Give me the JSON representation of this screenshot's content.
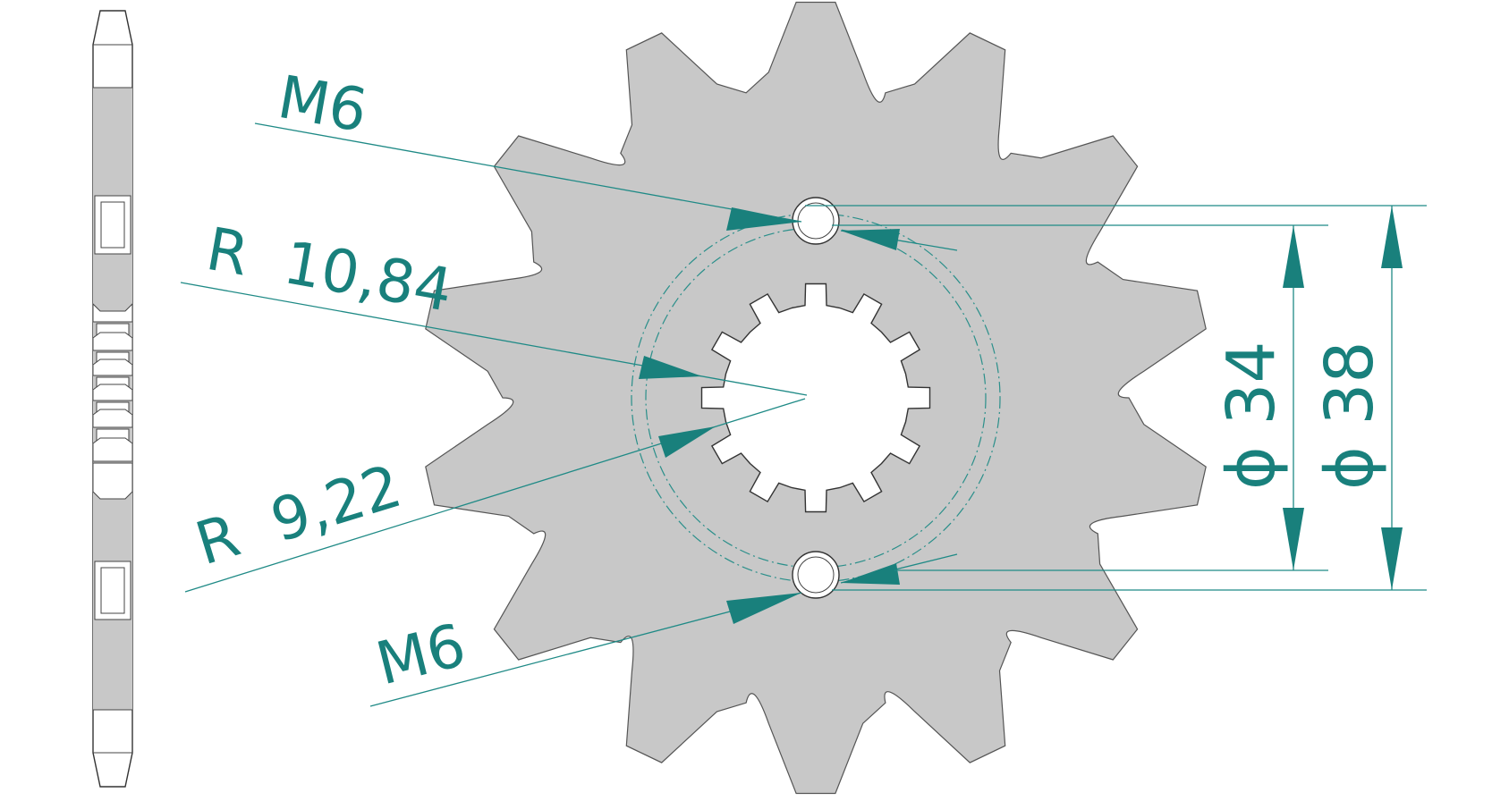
{
  "colors": {
    "annotation": "#19807c",
    "part_fill": "#c8c8c8",
    "outline": "#333333",
    "background": "#ffffff"
  },
  "annotations": {
    "thread_top": "M6",
    "thread_bottom": "M6",
    "radius_outer": "R  10,84",
    "radius_inner": "R  9,22",
    "diameter_inner": "ϕ 34",
    "diameter_outer": "ϕ 38"
  },
  "part": {
    "teeth_count": 14,
    "spline_teeth_count": 12,
    "bolt_holes": 2
  }
}
